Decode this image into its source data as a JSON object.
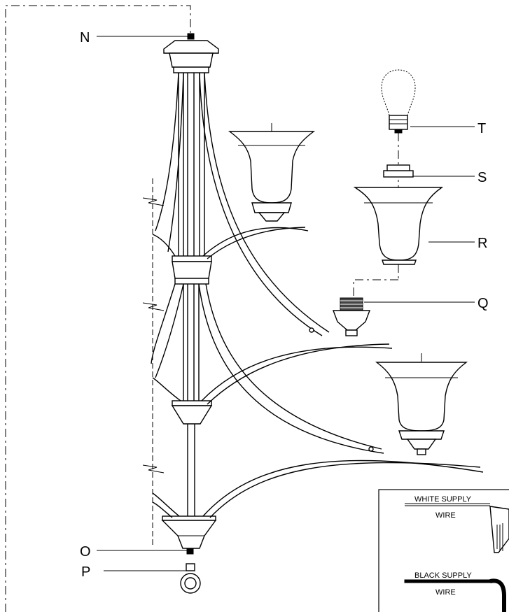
{
  "callouts": {
    "N": "N",
    "O": "O",
    "P": "P",
    "Q": "Q",
    "R": "R",
    "S": "S",
    "T": "T"
  },
  "wiring_inset": {
    "white_supply": "WHITE SUPPLY",
    "white_wire": "WIRE",
    "black_supply": "BLACK SUPPLY",
    "black_wire": "WIRE"
  }
}
